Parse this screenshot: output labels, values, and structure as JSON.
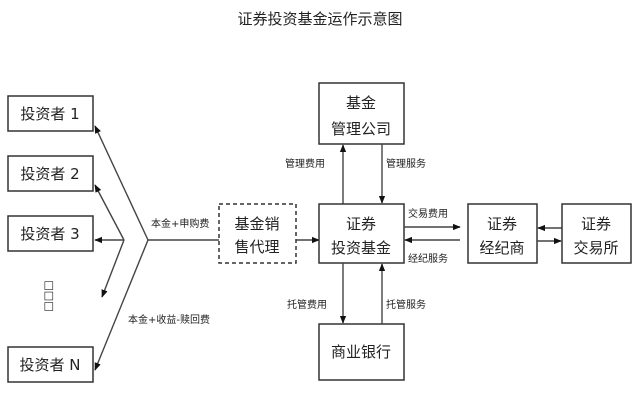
{
  "title": "证券投资基金运作示意图",
  "nodes": {
    "investor1": "投资者 1",
    "investor2": "投资者 2",
    "investor3": "投资者 3",
    "investor_ellipsis": "□□□",
    "investorN": "投资者 N",
    "sales_agent": [
      "基金销",
      "售代理"
    ],
    "management_company": [
      "基金",
      "管理公司"
    ],
    "fund": [
      "证券",
      "投资基金"
    ],
    "bank": "商业银行",
    "broker": [
      "证券",
      "经纪商"
    ],
    "exchange": [
      "证券",
      "交易所"
    ]
  },
  "edges": {
    "subscribe": "本金+申购费",
    "redeem": "本金+收益-赎回费",
    "management_fee": "管理费用",
    "management_service": "管理服务",
    "trading_fee": "交易费用",
    "brokerage_service": "经纪服务",
    "custody_fee": "托管费用",
    "custody_service": "托管服务"
  }
}
